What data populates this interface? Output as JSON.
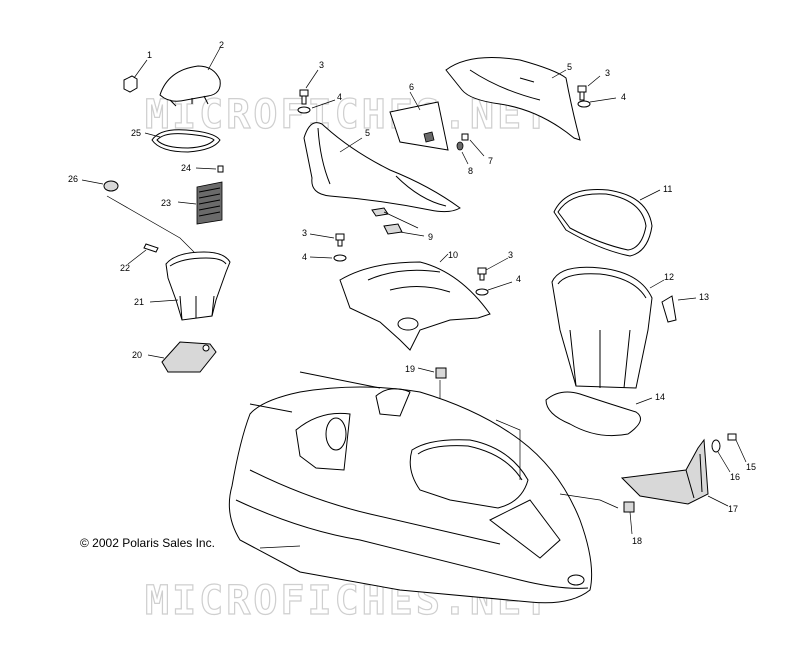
{
  "copyright": "© 2002 Polaris Sales Inc.",
  "watermarks": [
    "MICROFICHES.NET",
    "MICROFICHES.NET"
  ],
  "callouts": [
    "1",
    "2",
    "3",
    "4",
    "5",
    "6",
    "3",
    "4",
    "5",
    "7",
    "8",
    "9",
    "10",
    "3",
    "4",
    "3",
    "4",
    "11",
    "12",
    "13",
    "14",
    "15",
    "16",
    "17",
    "18",
    "19",
    "20",
    "21",
    "22",
    "23",
    "24",
    "25",
    "26"
  ]
}
